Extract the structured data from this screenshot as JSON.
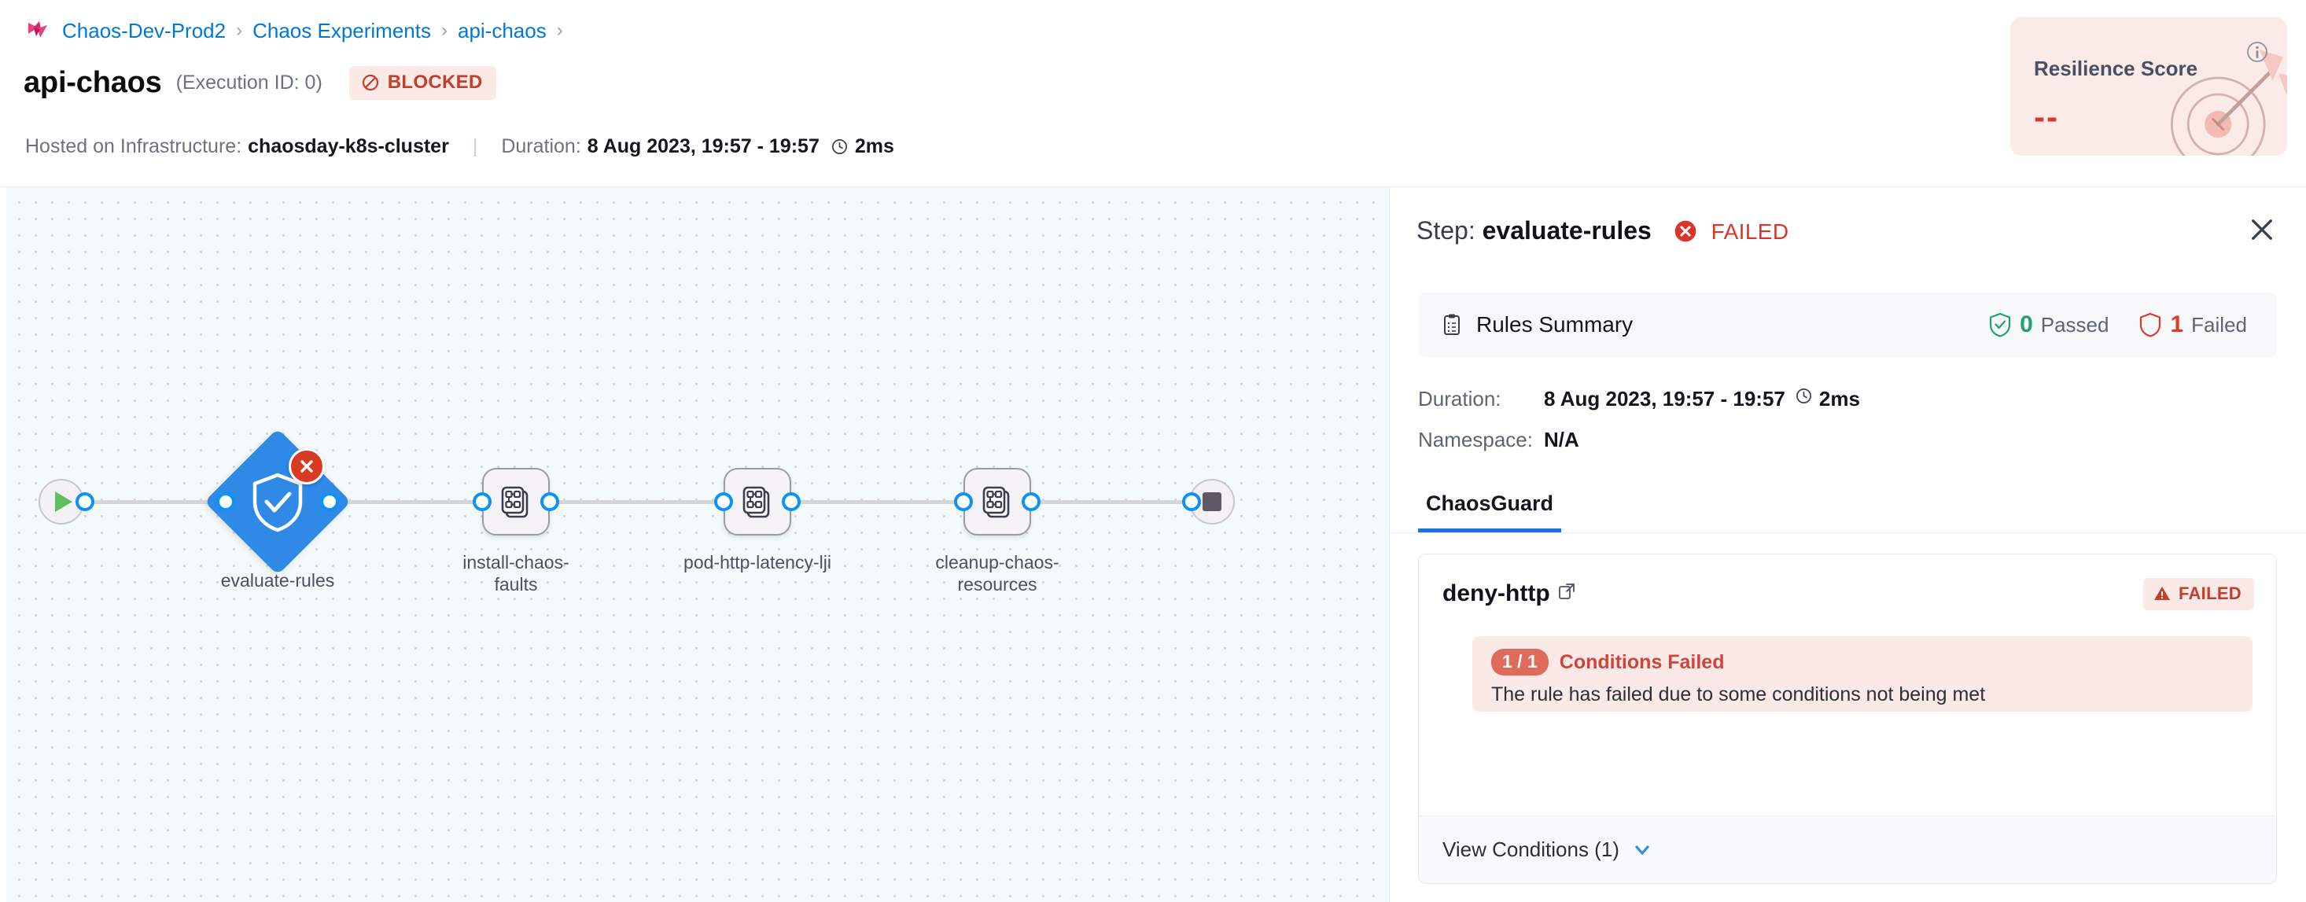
{
  "breadcrumb": {
    "logo_icon": "harness-logo-icon",
    "separator": "›",
    "items": [
      {
        "label": "Chaos-Dev-Prod2"
      },
      {
        "label": "Chaos Experiments"
      },
      {
        "label": "api-chaos"
      }
    ]
  },
  "header": {
    "title": "api-chaos",
    "execution_id": "(Execution ID: 0)",
    "status_badge": {
      "label": "BLOCKED",
      "icon": "ban-icon",
      "color": "#c0402b",
      "bg": "#fbe9e7"
    },
    "infrastructure_label": "Hosted on Infrastructure:",
    "infrastructure_value": "chaosday-k8s-cluster",
    "divider": "|",
    "duration_label": "Duration:",
    "duration_value": "8 Aug 2023, 19:57 - 19:57",
    "duration_clock_icon": "clock-icon",
    "duration_elapsed": "2ms"
  },
  "resilience": {
    "title": "Resilience Score",
    "value": "--",
    "info_icon": "info-icon",
    "art_icon": "target-dartboard-icon",
    "bg": "#fbebe8",
    "value_color": "#d9352a"
  },
  "canvas": {
    "start_node": {
      "name": "start",
      "icon": "play-icon"
    },
    "end_node": {
      "name": "end",
      "icon": "stop-icon"
    },
    "nodes": [
      {
        "label": "evaluate-rules",
        "type": "diamond",
        "icon": "shield-check-icon",
        "status": "failed",
        "status_icon": "error-circle-icon",
        "color": "#2e8ae6"
      },
      {
        "label": "install-chaos-faults",
        "type": "box",
        "icon": "chaos-fault-icon"
      },
      {
        "label": "pod-http-latency-lji",
        "type": "box",
        "icon": "chaos-fault-icon"
      },
      {
        "label": "cleanup-chaos-resources",
        "type": "box",
        "icon": "chaos-fault-icon"
      }
    ]
  },
  "panel": {
    "step_prefix": "Step:",
    "step_name": "evaluate-rules",
    "status": "FAILED",
    "status_icon": "error-circle-icon",
    "status_color": "#d9352a",
    "close_icon": "close-icon",
    "summary": {
      "icon": "clipboard-icon",
      "title": "Rules Summary",
      "passed_icon": "shield-check-icon",
      "passed_count": "0",
      "passed_label": "Passed",
      "failed_icon": "shield-outline-icon",
      "failed_count": "1",
      "failed_label": "Failed"
    },
    "details": {
      "duration_label": "Duration:",
      "duration_value": "8 Aug 2023, 19:57 - 19:57",
      "duration_clock_icon": "clock-icon",
      "duration_elapsed": "2ms",
      "namespace_label": "Namespace:",
      "namespace_value": "N/A"
    },
    "tabs": [
      {
        "label": "ChaosGuard",
        "active": true
      }
    ],
    "rule": {
      "name": "deny-http",
      "external_link_icon": "external-link-icon",
      "badge": {
        "label": "FAILED",
        "icon": "warning-triangle-icon",
        "color": "#c0402b",
        "bg": "#fbe9e7"
      },
      "conditions_pill": "1 / 1",
      "conditions_title": "Conditions Failed",
      "conditions_desc": "The rule has failed due to some conditions not being met",
      "view_conditions_label": "View Conditions (1)",
      "chevron_icon": "chevron-down-icon"
    }
  }
}
